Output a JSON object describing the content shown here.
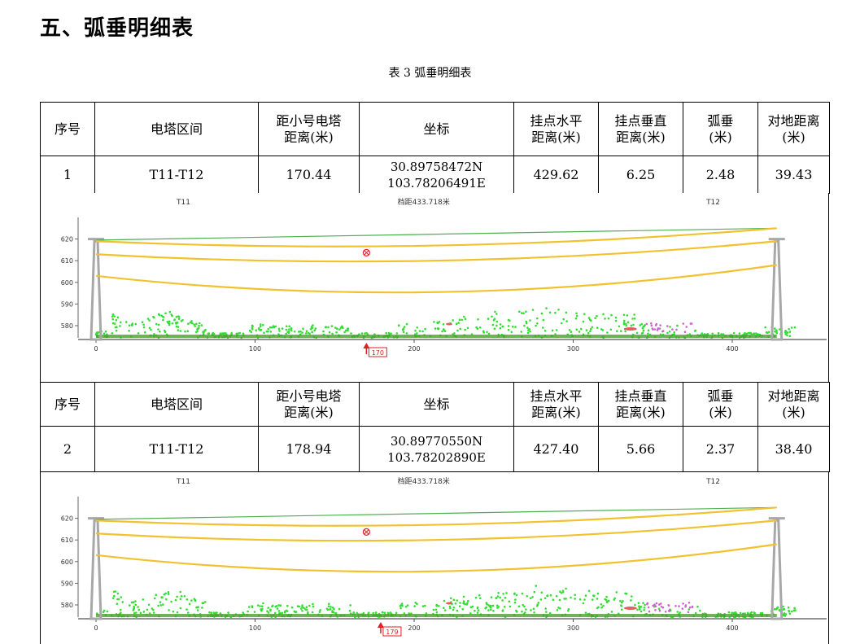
{
  "heading": "五、弧垂明细表",
  "caption": "表 3 弧垂明细表",
  "columns": {
    "index": "序号",
    "span": "电塔区间",
    "dist_l1": "距小号电塔",
    "dist_l2": "距离(米)",
    "coord": "坐标",
    "hz_l1": "挂点水平",
    "hz_l2": "距离(米)",
    "vt_l1": "挂点垂直",
    "vt_l2": "距离(米)",
    "sag_l1": "弧垂",
    "sag_l2": "(米)",
    "gnd_l1": "对地距离",
    "gnd_l2": "(米)"
  },
  "records": [
    {
      "index": "1",
      "span": "T11-T12",
      "distance": "170.44",
      "lat": "30.89758472N",
      "lon": "103.78206491E",
      "horizontal": "429.62",
      "vertical": "6.25",
      "sag": "2.48",
      "ground": "39.43",
      "profile": {
        "tower_left": "T11",
        "tower_right": "T12",
        "span_text": "档距433.718米",
        "marker_label": "170",
        "marker_x": 170,
        "x_ticks": [
          "0",
          "100",
          "200",
          "300",
          "400"
        ],
        "y_ticks": [
          "620",
          "610",
          "600",
          "590",
          "580"
        ]
      }
    },
    {
      "index": "2",
      "span": "T11-T12",
      "distance": "178.94",
      "lat": "30.89770550N",
      "lon": "103.78202890E",
      "horizontal": "427.40",
      "vertical": "5.66",
      "sag": "2.37",
      "ground": "38.40",
      "profile": {
        "tower_left": "T11",
        "tower_right": "T12",
        "span_text": "档距433.718米",
        "marker_label": "179",
        "marker_x": 179,
        "x_ticks": [
          "0",
          "100",
          "200",
          "300",
          "400"
        ],
        "y_ticks": [
          "620",
          "610",
          "600",
          "590",
          "580"
        ]
      }
    }
  ],
  "colors": {
    "conductor": "#f2c12e",
    "ground_line": "#4caf50",
    "vegetation": "#33dd33",
    "vegetation_alt": "#cc66cc",
    "tower": "#a8a8a8",
    "marker": "#e02020"
  }
}
